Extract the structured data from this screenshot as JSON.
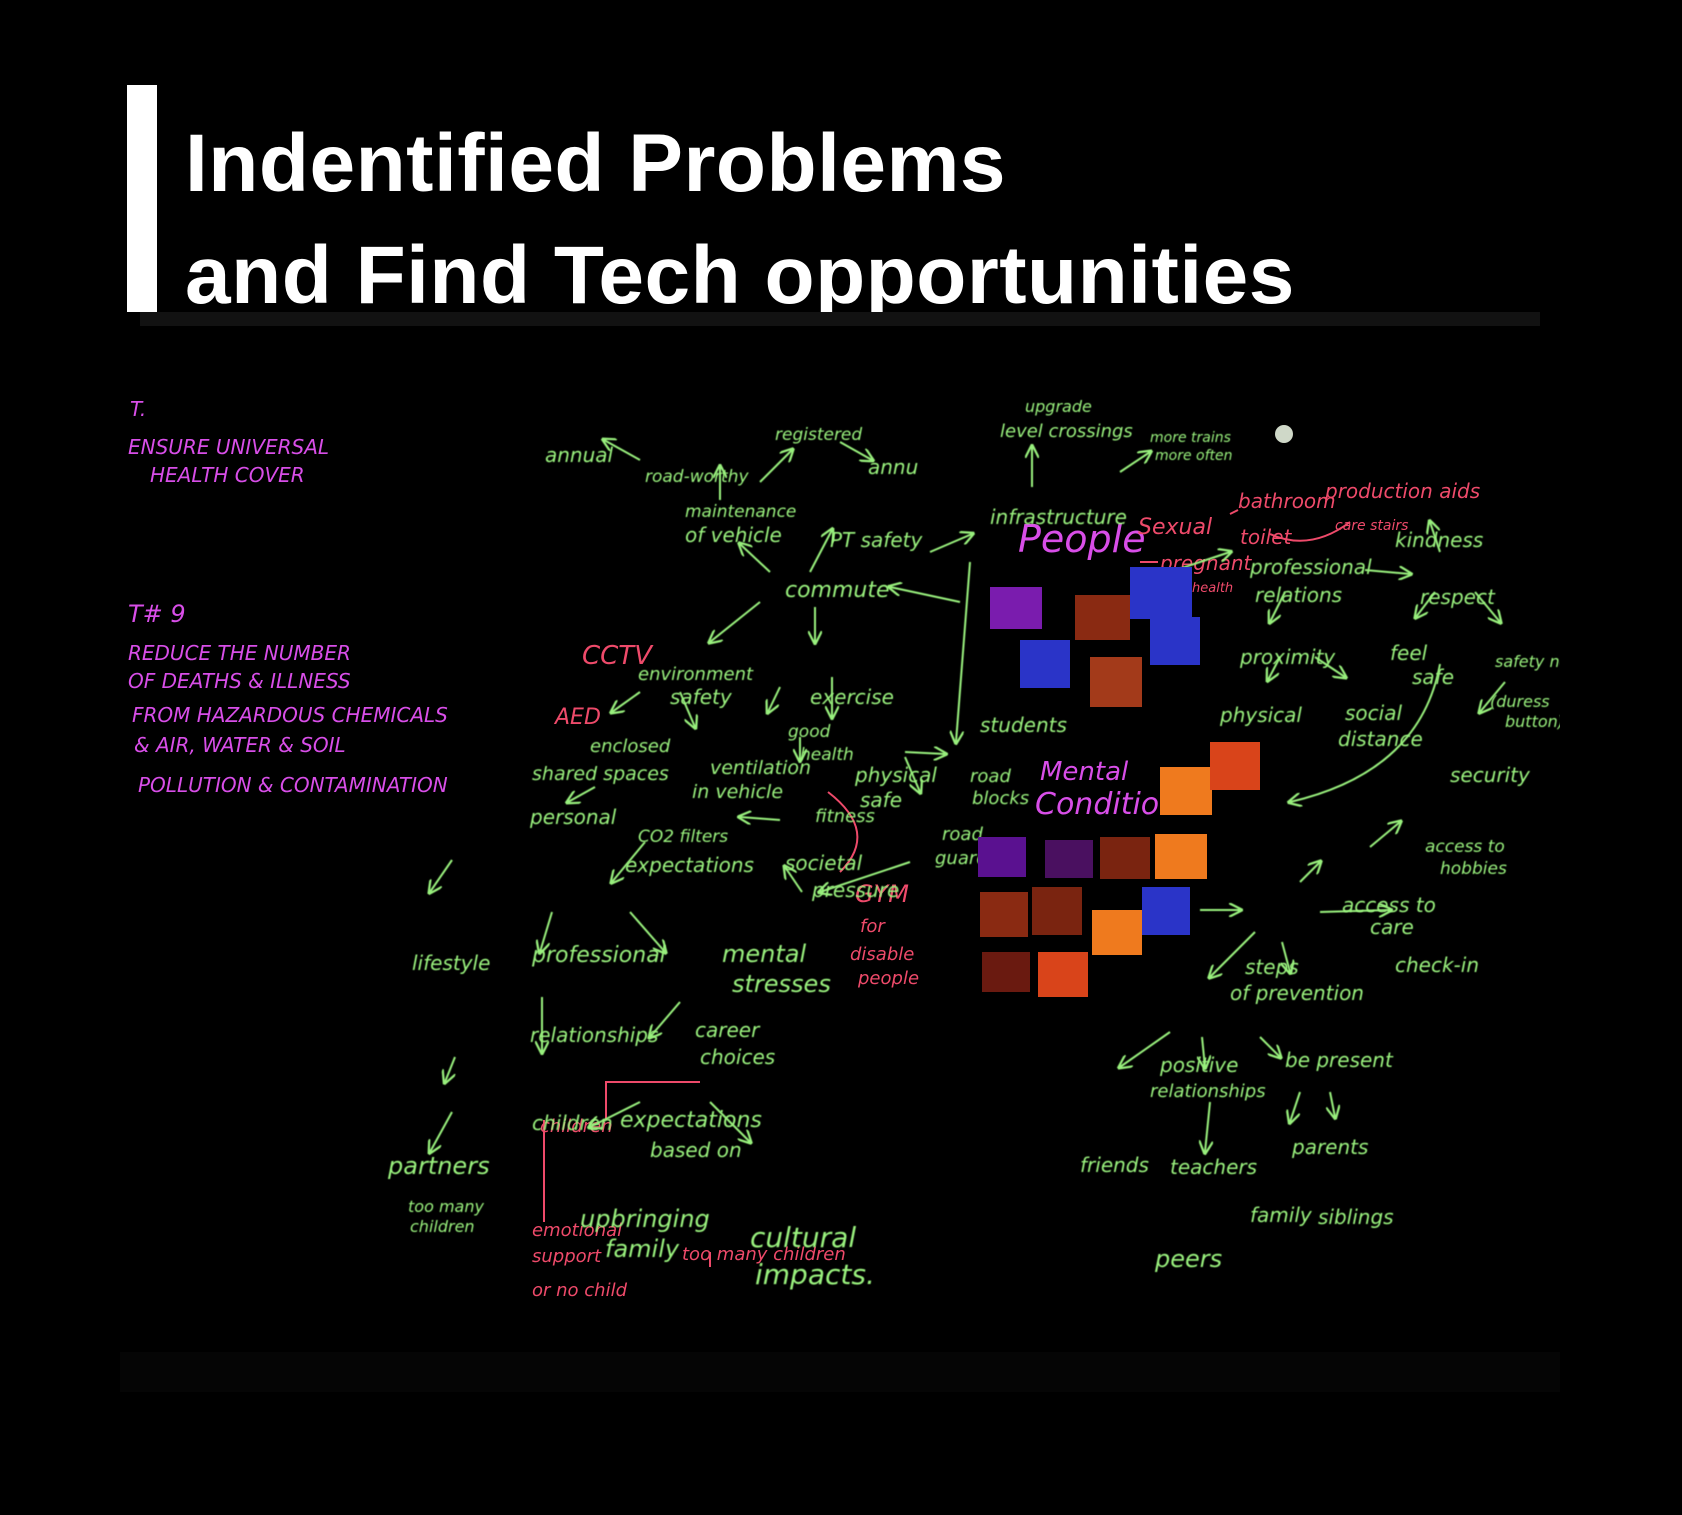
{
  "title": {
    "line1": "Indentified Problems",
    "line2": "and Find Tech opportunities"
  },
  "colors": {
    "background": "#000000",
    "title": "#ffffff",
    "chalk_green": "#9af27e",
    "chalk_magenta": "#d84ee8",
    "chalk_red": "#ee4a6a",
    "note_purple": "#7a1cae",
    "note_blue": "#2a34c8",
    "note_orange": "#ef7a1e",
    "note_rust": "#8a2a12"
  },
  "board": {
    "magenta_notes": {
      "goal_top_prefix": "T.",
      "goal_top_line1": "ENSURE UNIVERSAL",
      "goal_top_line2": "HEALTH COVER",
      "goal_id": "T# 9",
      "goal_line1": "REDUCE THE NUMBER",
      "goal_line2": "OF DEATHS & ILLNESS",
      "goal_line3": "FROM HAZARDOUS CHEMICALS",
      "goal_line4": "& AIR, WATER & SOIL",
      "goal_line5": "POLLUTION & CONTAMINATION",
      "people": "People",
      "mental_conditions_1": "Mental",
      "mental_conditions_2": "Conditions"
    },
    "red_notes": {
      "cctv": "CCTV",
      "aed": "AED",
      "sexual": "Sexual",
      "bathroom": "bathroom",
      "production_aids": "production aids",
      "care_stairs": "care stairs",
      "toilet": "toilet",
      "pregnant": "pregnant",
      "health": "health",
      "gym": "GYM",
      "for": "for",
      "disable": "disable",
      "people": "people",
      "emotional": "emotional",
      "support": "support",
      "or_no_child": "or no child",
      "too_many_children": "too many children",
      "children": "children"
    },
    "green_notes": {
      "annual": "annual",
      "road_worthy": "road-worthy",
      "registered": "registered",
      "annu": "annu",
      "maintenance": "maintenance",
      "of_vehicle": "of vehicle",
      "pt_safety": "PT safety",
      "upgrade": "upgrade",
      "level_crossings": "level crossings",
      "more_trains": "more trains",
      "more_often": "more often",
      "infrastructure": "infrastructure",
      "kindness": "kindness",
      "commute": "commute",
      "professional": "professional",
      "relations": "relations",
      "respect": "respect",
      "environment": "environment",
      "safety": "safety",
      "exercise": "exercise",
      "proximity": "proximity",
      "feel": "feel",
      "safe": "safe",
      "safety_net": "safety net",
      "duress": "(duress",
      "button": "button)",
      "students": "students",
      "physical": "physical",
      "social": "social",
      "distance": "distance",
      "security": "security",
      "enclosed": "enclosed",
      "shared_spaces": "shared spaces",
      "ventilation": "ventilation",
      "in_vehicle": "in vehicle",
      "good": "good",
      "health": "health",
      "physical_safe_1": "physical",
      "physical_safe_2": "safe",
      "fitness": "fitness",
      "road": "road",
      "blocks": "blocks",
      "personal": "personal",
      "co2_filters": "CO2 filters",
      "expectations": "expectations",
      "societal": "societal",
      "pressure": "pressure",
      "road2": "road",
      "guards": "guards",
      "access_to": "access to",
      "hobbies": "hobbies",
      "lifestyle": "lifestyle",
      "professional2": "professional",
      "mental": "mental",
      "stresses": "stresses",
      "access_to_care_1": "access to",
      "access_to_care_2": "care",
      "steps": "steps",
      "of_prevention": "of prevention",
      "check_in": "check-in",
      "relationships": "relationships",
      "career": "career",
      "choices": "choices",
      "positive": "positive",
      "relationships2": "relationships",
      "be_present": "be present",
      "partners": "partners",
      "children": "children",
      "expectations2": "expectations",
      "based_on": "based on",
      "friends": "friends",
      "teachers": "teachers",
      "parents": "parents",
      "upbringing": "upbringing",
      "family": "family",
      "cultural": "cultural",
      "impacts": "impacts.",
      "family2": "family",
      "siblings": "siblings",
      "too_many": "too many",
      "children2": "children",
      "peers": "peers"
    }
  }
}
